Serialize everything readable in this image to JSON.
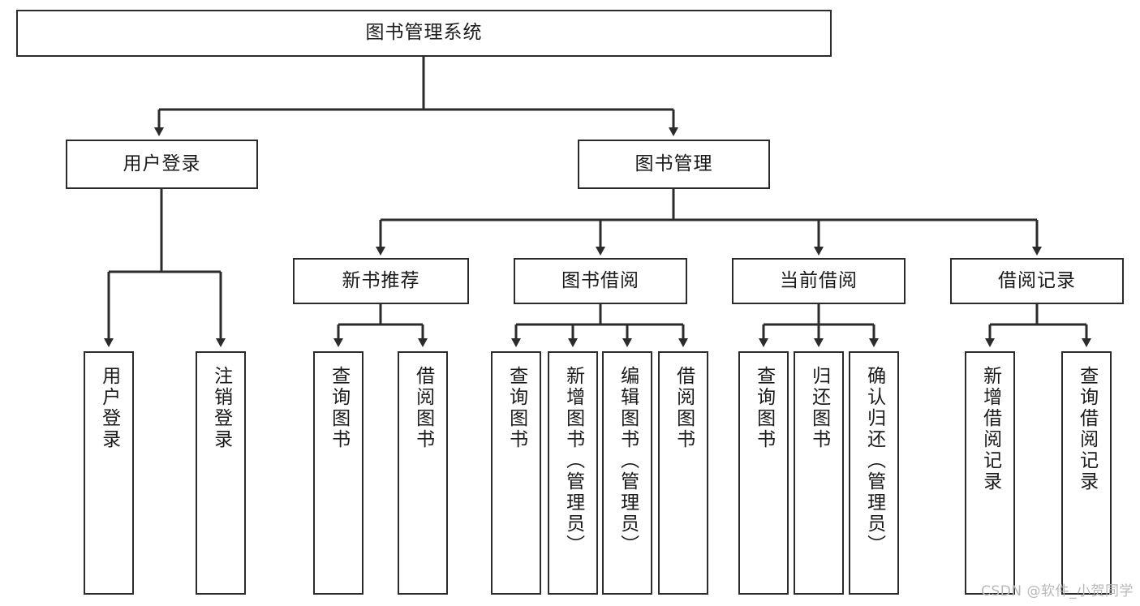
{
  "diagram": {
    "type": "tree-hierarchy",
    "title": "图书管理系统",
    "watermark": "CSDN @软件_小贺同学",
    "colors": {
      "box_border": "#2b2b2b",
      "box_fill": "#ffffff",
      "connector": "#2b2b2b",
      "text": "#1a1a1a",
      "watermark": "#b8b8b8",
      "background": "#ffffff"
    },
    "root": {
      "label": "图书管理系统"
    },
    "level1": [
      {
        "label": "用户登录"
      },
      {
        "label": "图书管理"
      }
    ],
    "level2": [
      {
        "label": "新书推荐"
      },
      {
        "label": "图书借阅"
      },
      {
        "label": "当前借阅"
      },
      {
        "label": "借阅记录"
      }
    ],
    "leaves": {
      "user_login": [
        {
          "label": "用户登录"
        },
        {
          "label": "注销登录"
        }
      ],
      "new_book_recommend": [
        {
          "label": "查询图书"
        },
        {
          "label": "借阅图书"
        }
      ],
      "book_borrow": [
        {
          "label": "查询图书"
        },
        {
          "label": "新增图书（管理员）"
        },
        {
          "label": "编辑图书（管理员）"
        },
        {
          "label": "借阅图书"
        }
      ],
      "current_borrow": [
        {
          "label": "查询图书"
        },
        {
          "label": "归还图书"
        },
        {
          "label": "确认归还（管理员）"
        }
      ],
      "borrow_records": [
        {
          "label": "新增借阅记录"
        },
        {
          "label": "查询借阅记录"
        }
      ]
    }
  }
}
